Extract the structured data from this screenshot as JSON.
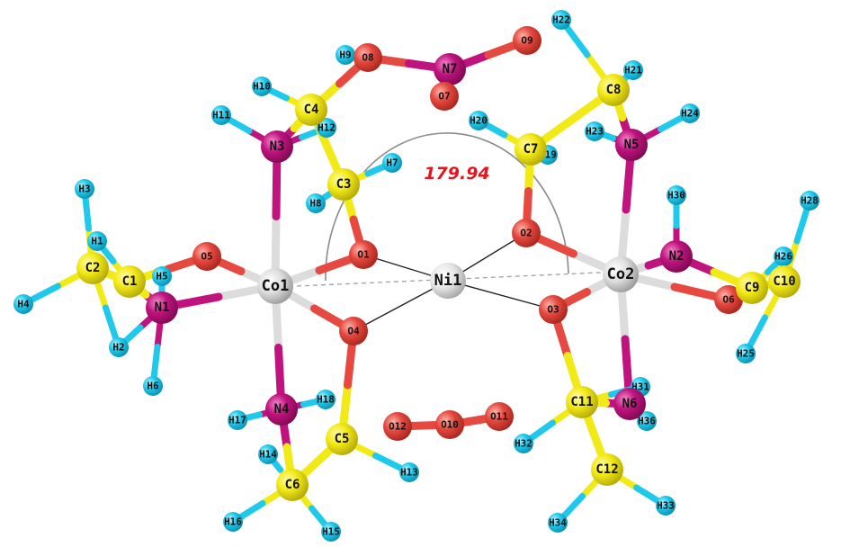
{
  "angle": {
    "label": "179.94",
    "color": "#e8131b"
  },
  "colors": {
    "Co": "#dcdcdc",
    "Ni": "#e6e6e6",
    "N": "#c0137e",
    "O": "#e5493f",
    "C": "#f2ea16",
    "H": "#1fc9ec"
  },
  "atoms": [
    {
      "id": "Co1",
      "label": "Co1",
      "el": "Co"
    },
    {
      "id": "Co2",
      "label": "Co2",
      "el": "Co"
    },
    {
      "id": "Ni1",
      "label": "Ni1",
      "el": "Ni"
    },
    {
      "id": "N1",
      "label": "N1",
      "el": "N"
    },
    {
      "id": "N2",
      "label": "N2",
      "el": "N"
    },
    {
      "id": "N3",
      "label": "N3",
      "el": "N"
    },
    {
      "id": "N4",
      "label": "N4",
      "el": "N"
    },
    {
      "id": "N5",
      "label": "N5",
      "el": "N"
    },
    {
      "id": "N6",
      "label": "N6",
      "el": "N"
    },
    {
      "id": "N7",
      "label": "N7",
      "el": "N"
    },
    {
      "id": "O1",
      "label": "O1",
      "el": "O"
    },
    {
      "id": "O2",
      "label": "O2",
      "el": "O"
    },
    {
      "id": "O3",
      "label": "O3",
      "el": "O"
    },
    {
      "id": "O4",
      "label": "O4",
      "el": "O"
    },
    {
      "id": "O5",
      "label": "O5",
      "el": "O"
    },
    {
      "id": "O6",
      "label": "O6",
      "el": "O"
    },
    {
      "id": "O7",
      "label": "O7",
      "el": "O"
    },
    {
      "id": "O8",
      "label": "O8",
      "el": "O"
    },
    {
      "id": "O9",
      "label": "O9",
      "el": "O"
    },
    {
      "id": "O10",
      "label": "O10",
      "el": "O"
    },
    {
      "id": "O11",
      "label": "O11",
      "el": "O"
    },
    {
      "id": "O12",
      "label": "O12",
      "el": "O"
    },
    {
      "id": "C1",
      "label": "C1",
      "el": "C"
    },
    {
      "id": "C2",
      "label": "C2",
      "el": "C"
    },
    {
      "id": "C3",
      "label": "C3",
      "el": "C"
    },
    {
      "id": "C4",
      "label": "C4",
      "el": "C"
    },
    {
      "id": "C5",
      "label": "C5",
      "el": "C"
    },
    {
      "id": "C6",
      "label": "C6",
      "el": "C"
    },
    {
      "id": "C7",
      "label": "C7",
      "el": "C"
    },
    {
      "id": "C8",
      "label": "C8",
      "el": "C"
    },
    {
      "id": "C9",
      "label": "C9",
      "el": "C"
    },
    {
      "id": "C10",
      "label": "C10",
      "el": "C"
    },
    {
      "id": "C11",
      "label": "C11",
      "el": "C"
    },
    {
      "id": "C12",
      "label": "C12",
      "el": "C"
    },
    {
      "id": "H1",
      "label": "H1",
      "el": "H"
    },
    {
      "id": "H2",
      "label": "H2",
      "el": "H"
    },
    {
      "id": "H3",
      "label": "H3",
      "el": "H"
    },
    {
      "id": "H4",
      "label": "H4",
      "el": "H"
    },
    {
      "id": "H5",
      "label": "H5",
      "el": "H"
    },
    {
      "id": "H6",
      "label": "H6",
      "el": "H"
    },
    {
      "id": "H7",
      "label": "H7",
      "el": "H"
    },
    {
      "id": "H8",
      "label": "H8",
      "el": "H"
    },
    {
      "id": "H9",
      "label": "H9",
      "el": "H"
    },
    {
      "id": "H10",
      "label": "H10",
      "el": "H"
    },
    {
      "id": "H11",
      "label": "H11",
      "el": "H"
    },
    {
      "id": "H12",
      "label": "H12",
      "el": "H"
    },
    {
      "id": "H13",
      "label": "H13",
      "el": "H"
    },
    {
      "id": "H14",
      "label": "H14",
      "el": "H"
    },
    {
      "id": "H15",
      "label": "H15",
      "el": "H"
    },
    {
      "id": "H16",
      "label": "H16",
      "el": "H"
    },
    {
      "id": "H17",
      "label": "H17",
      "el": "H"
    },
    {
      "id": "H18",
      "label": "H18",
      "el": "H"
    },
    {
      "id": "H19",
      "label": "H19",
      "el": "H"
    },
    {
      "id": "H20",
      "label": "H20",
      "el": "H"
    },
    {
      "id": "H21",
      "label": "H21",
      "el": "H"
    },
    {
      "id": "H22",
      "label": "H22",
      "el": "H"
    },
    {
      "id": "H23",
      "label": "H23",
      "el": "H"
    },
    {
      "id": "H24",
      "label": "H24",
      "el": "H"
    },
    {
      "id": "H25",
      "label": "H25",
      "el": "H"
    },
    {
      "id": "H26",
      "label": "H26",
      "el": "H"
    },
    {
      "id": "H28",
      "label": "H28",
      "el": "H"
    },
    {
      "id": "H30",
      "label": "H30",
      "el": "H"
    },
    {
      "id": "H31",
      "label": "H31",
      "el": "H"
    },
    {
      "id": "H32",
      "label": "H32",
      "el": "H"
    },
    {
      "id": "H33",
      "label": "H33",
      "el": "H"
    },
    {
      "id": "H34",
      "label": "H34",
      "el": "H"
    },
    {
      "id": "H36",
      "label": "H36",
      "el": "H"
    }
  ],
  "bonds": [
    [
      "Co1",
      "O5"
    ],
    [
      "Co1",
      "N1"
    ],
    [
      "Co1",
      "O1"
    ],
    [
      "Co1",
      "O4"
    ],
    [
      "Co1",
      "N3"
    ],
    [
      "Co1",
      "N4"
    ],
    [
      "Co2",
      "O2"
    ],
    [
      "Co2",
      "O3"
    ],
    [
      "Co2",
      "N5"
    ],
    [
      "Co2",
      "N2"
    ],
    [
      "Co2",
      "O6"
    ],
    [
      "Co2",
      "N6"
    ],
    [
      "N1",
      "C1"
    ],
    [
      "C1",
      "C2"
    ],
    [
      "C1",
      "O5"
    ],
    [
      "C1",
      "H1"
    ],
    [
      "C2",
      "H3"
    ],
    [
      "C2",
      "H4"
    ],
    [
      "C2",
      "H2"
    ],
    [
      "N1",
      "H5"
    ],
    [
      "N1",
      "H6"
    ],
    [
      "N1",
      "H2"
    ],
    [
      "N3",
      "H11"
    ],
    [
      "N3",
      "H12"
    ],
    [
      "N3",
      "C4"
    ],
    [
      "C4",
      "H10"
    ],
    [
      "C4",
      "O8"
    ],
    [
      "C4",
      "C3"
    ],
    [
      "C3",
      "H7"
    ],
    [
      "C3",
      "H8"
    ],
    [
      "C3",
      "O1"
    ],
    [
      "O8",
      "N7"
    ],
    [
      "N7",
      "O9"
    ],
    [
      "N7",
      "O7"
    ],
    [
      "N4",
      "H17"
    ],
    [
      "N4",
      "H18"
    ],
    [
      "N4",
      "C6"
    ],
    [
      "C6",
      "H14"
    ],
    [
      "C6",
      "H16"
    ],
    [
      "C6",
      "H15"
    ],
    [
      "C6",
      "C5"
    ],
    [
      "C5",
      "H13"
    ],
    [
      "C5",
      "O4"
    ],
    [
      "N5",
      "H23"
    ],
    [
      "N5",
      "H24"
    ],
    [
      "N5",
      "C8"
    ],
    [
      "C8",
      "H21"
    ],
    [
      "C8",
      "H22"
    ],
    [
      "C8",
      "C7"
    ],
    [
      "C7",
      "H20"
    ],
    [
      "C7",
      "H19"
    ],
    [
      "C7",
      "O2"
    ],
    [
      "N2",
      "H30"
    ],
    [
      "N2",
      "C9"
    ],
    [
      "C9",
      "H26"
    ],
    [
      "C9",
      "O6"
    ],
    [
      "C9",
      "C10"
    ],
    [
      "C10",
      "H28"
    ],
    [
      "C10",
      "H27"
    ],
    [
      "C10",
      "H25"
    ],
    [
      "O3",
      "C11"
    ],
    [
      "C11",
      "H31"
    ],
    [
      "C11",
      "H32"
    ],
    [
      "C11",
      "C12"
    ],
    [
      "C12",
      "H33"
    ],
    [
      "C12",
      "H34"
    ],
    [
      "N6",
      "H36"
    ],
    [
      "N6",
      "C11"
    ],
    [
      "O12",
      "O10"
    ],
    [
      "O10",
      "O11"
    ]
  ]
}
